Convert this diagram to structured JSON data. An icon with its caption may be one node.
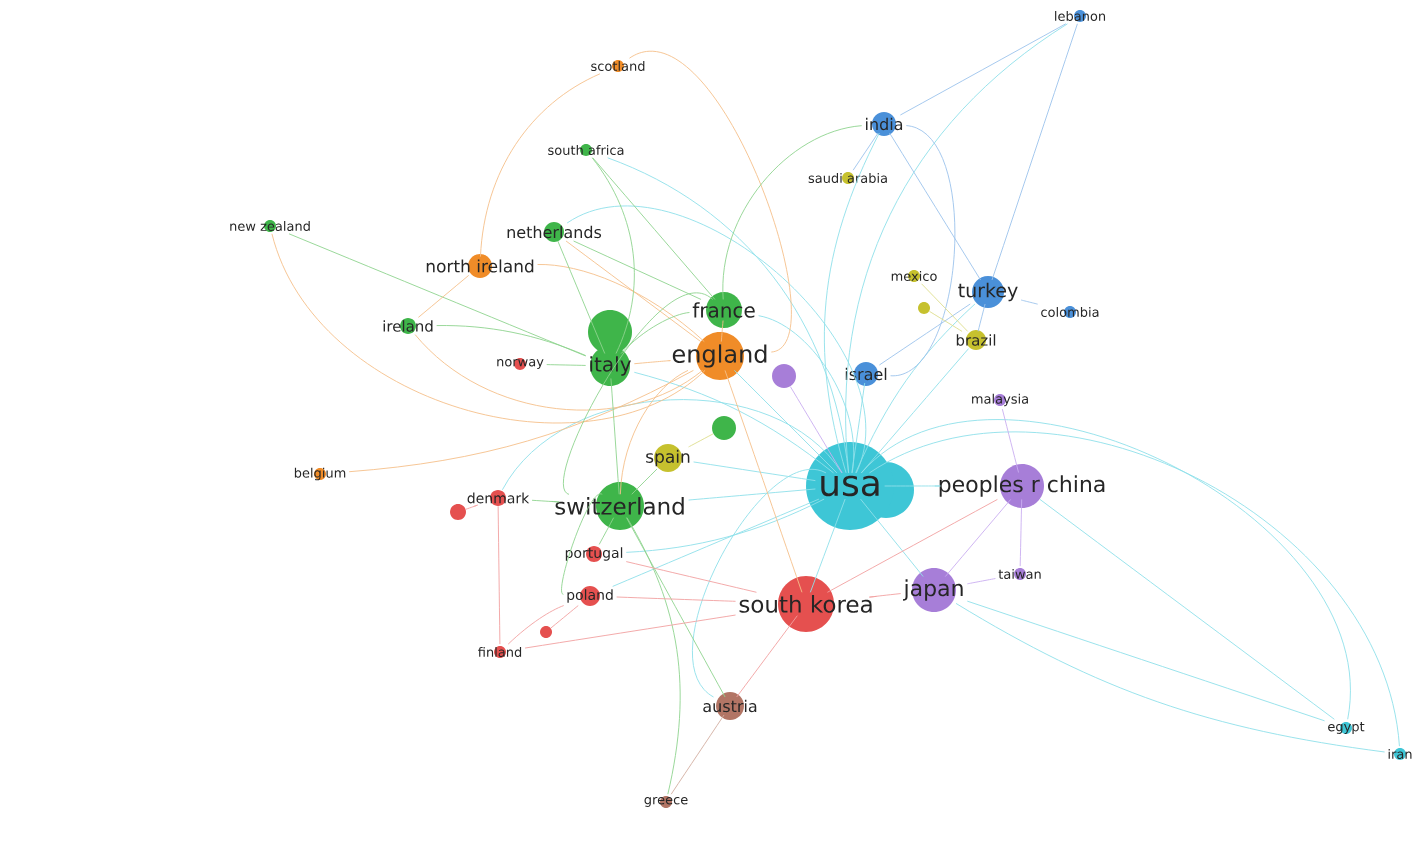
{
  "diagram": {
    "nodes": [
      {
        "text": [
          "lebanon"
        ]
      },
      {
        "text": [
          "scotland"
        ]
      },
      {
        "text": [
          "india"
        ]
      },
      {
        "text": [
          "south africa"
        ]
      },
      {
        "text": [
          "saudi arabia"
        ]
      },
      {
        "text": [
          "new zealand"
        ]
      },
      {
        "text": [
          "netherlands"
        ]
      },
      {
        "text": [
          "north ireland"
        ]
      },
      {
        "text": [
          "mexico"
        ]
      },
      {
        "text": [
          "turkey"
        ]
      },
      {
        "text": [],
        "shape": "circle"
      },
      {
        "text": [
          "colombia"
        ]
      },
      {
        "text": [
          "france"
        ]
      },
      {
        "text": [
          "ireland"
        ]
      },
      {
        "text": [
          "brazil"
        ]
      },
      {
        "text": [
          "england"
        ]
      },
      {
        "text": [
          "italy"
        ]
      },
      {
        "text": [
          "norway"
        ]
      },
      {
        "text": [
          "israel"
        ]
      },
      {
        "text": [],
        "shape": "circle"
      },
      {
        "text": [
          "malaysia"
        ]
      },
      {
        "text": [],
        "shape": "circle"
      },
      {
        "text": [
          "spain"
        ]
      },
      {
        "text": [
          "belgium"
        ]
      },
      {
        "text": [
          "usa"
        ]
      },
      {
        "text": [
          "peoples r china"
        ]
      },
      {
        "text": [
          "denmark"
        ]
      },
      {
        "text": [],
        "shape": "circle"
      },
      {
        "text": [
          "switzerland"
        ]
      },
      {
        "text": [
          "portugal"
        ]
      },
      {
        "text": [
          "taiwan"
        ]
      },
      {
        "text": [
          "japan"
        ]
      },
      {
        "text": [
          "poland"
        ]
      },
      {
        "text": [
          "south korea"
        ]
      },
      {
        "text": [],
        "shape": "circle"
      },
      {
        "text": [
          "finland"
        ]
      },
      {
        "text": [
          "austria"
        ]
      },
      {
        "text": [
          "greece"
        ]
      },
      {
        "text": [
          "egypt"
        ]
      },
      {
        "text": [
          "iran"
        ]
      }
    ],
    "edges": [
      {
        "from": 24,
        "to": 12,
        "arrow": "none",
        "color": "#8fe0ea"
      },
      {
        "from": 24,
        "to": 15,
        "arrow": "none",
        "color": "#8fe0ea"
      },
      {
        "from": 24,
        "to": 16,
        "arrow": "none",
        "color": "#8fe0ea"
      },
      {
        "from": 24,
        "to": 28,
        "arrow": "none",
        "color": "#8fe0ea"
      },
      {
        "from": 24,
        "to": 33,
        "arrow": "none",
        "color": "#8fe0ea"
      },
      {
        "from": 24,
        "to": 31,
        "arrow": "none",
        "color": "#8fe0ea"
      },
      {
        "from": 24,
        "to": 25,
        "arrow": "none",
        "color": "#8fe0ea"
      },
      {
        "from": 24,
        "to": 9,
        "arrow": "none",
        "color": "#8fe0ea"
      },
      {
        "from": 24,
        "to": 2,
        "arrow": "none",
        "color": "#8fe0ea"
      },
      {
        "from": 24,
        "to": 18,
        "arrow": "none",
        "color": "#8fe0ea"
      },
      {
        "from": 24,
        "to": 38,
        "arrow": "none",
        "color": "#8fe0ea"
      },
      {
        "from": 24,
        "to": 39,
        "arrow": "none",
        "color": "#8fe0ea"
      },
      {
        "from": 24,
        "to": 36,
        "arrow": "none",
        "color": "#8fe0ea"
      },
      {
        "from": 24,
        "to": 22,
        "arrow": "none",
        "color": "#8fe0ea"
      },
      {
        "from": 24,
        "to": 6,
        "arrow": "none",
        "color": "#8fe0ea"
      },
      {
        "from": 24,
        "to": 3,
        "arrow": "none",
        "color": "#8fe0ea"
      },
      {
        "from": 24,
        "to": 0,
        "arrow": "none",
        "color": "#8fe0ea"
      },
      {
        "from": 24,
        "to": 14,
        "arrow": "none",
        "color": "#8fe0ea"
      },
      {
        "from": 24,
        "to": 29,
        "arrow": "none",
        "color": "#8fe0ea"
      },
      {
        "from": 24,
        "to": 32,
        "arrow": "none",
        "color": "#8fe0ea"
      },
      {
        "from": 24,
        "to": 26,
        "arrow": "none",
        "color": "#8fe0ea"
      },
      {
        "from": 15,
        "to": 7,
        "arrow": "none",
        "color": "#f5c08a"
      },
      {
        "from": 15,
        "to": 1,
        "arrow": "none",
        "color": "#f5c08a"
      },
      {
        "from": 15,
        "to": 23,
        "arrow": "none",
        "color": "#f5c08a"
      },
      {
        "from": 15,
        "to": 12,
        "arrow": "none",
        "color": "#f5c08a"
      },
      {
        "from": 15,
        "to": 16,
        "arrow": "none",
        "color": "#f5c08a"
      },
      {
        "from": 15,
        "to": 28,
        "arrow": "none",
        "color": "#f5c08a"
      },
      {
        "from": 15,
        "to": 33,
        "arrow": "none",
        "color": "#f5c08a"
      },
      {
        "from": 15,
        "to": 13,
        "arrow": "none",
        "color": "#f5c08a"
      },
      {
        "from": 15,
        "to": 5,
        "arrow": "none",
        "color": "#f5c08a"
      },
      {
        "from": 15,
        "to": 6,
        "arrow": "none",
        "color": "#f5c08a"
      },
      {
        "from": 28,
        "to": 12,
        "arrow": "none",
        "color": "#8fd48f"
      },
      {
        "from": 28,
        "to": 16,
        "arrow": "none",
        "color": "#8fd48f"
      },
      {
        "from": 28,
        "to": 26,
        "arrow": "none",
        "color": "#8fd48f"
      },
      {
        "from": 28,
        "to": 29,
        "arrow": "none",
        "color": "#8fd48f"
      },
      {
        "from": 28,
        "to": 32,
        "arrow": "none",
        "color": "#8fd48f"
      },
      {
        "from": 28,
        "to": 36,
        "arrow": "none",
        "color": "#8fd48f"
      },
      {
        "from": 28,
        "to": 37,
        "arrow": "none",
        "color": "#8fd48f"
      },
      {
        "from": 28,
        "to": 22,
        "arrow": "none",
        "color": "#8fd48f"
      },
      {
        "from": 16,
        "to": 12,
        "arrow": "none",
        "color": "#8fd48f"
      },
      {
        "from": 16,
        "to": 6,
        "arrow": "none",
        "color": "#8fd48f"
      },
      {
        "from": 16,
        "to": 13,
        "arrow": "none",
        "color": "#8fd48f"
      },
      {
        "from": 16,
        "to": 5,
        "arrow": "none",
        "color": "#8fd48f"
      },
      {
        "from": 16,
        "to": 3,
        "arrow": "none",
        "color": "#8fd48f"
      },
      {
        "from": 16,
        "to": 17,
        "arrow": "none",
        "color": "#8fd48f"
      },
      {
        "from": 12,
        "to": 6,
        "arrow": "none",
        "color": "#8fd48f"
      },
      {
        "from": 12,
        "to": 3,
        "arrow": "none",
        "color": "#8fd48f"
      },
      {
        "from": 12,
        "to": 2,
        "arrow": "none",
        "color": "#8fd48f"
      },
      {
        "from": 33,
        "to": 31,
        "arrow": "none",
        "color": "#f2a0a0"
      },
      {
        "from": 33,
        "to": 25,
        "arrow": "none",
        "color": "#f2a0a0"
      },
      {
        "from": 33,
        "to": 29,
        "arrow": "none",
        "color": "#f2a0a0"
      },
      {
        "from": 33,
        "to": 32,
        "arrow": "none",
        "color": "#f2a0a0"
      },
      {
        "from": 33,
        "to": 35,
        "arrow": "none",
        "color": "#f2a0a0"
      },
      {
        "from": 33,
        "to": 36,
        "arrow": "none",
        "color": "#f2a0a0"
      },
      {
        "from": 31,
        "to": 25,
        "arrow": "none",
        "color": "#c9aef0"
      },
      {
        "from": 31,
        "to": 30,
        "arrow": "none",
        "color": "#c9aef0"
      },
      {
        "from": 31,
        "to": 38,
        "arrow": "none",
        "color": "#8fe0ea"
      },
      {
        "from": 31,
        "to": 39,
        "arrow": "none",
        "color": "#8fe0ea"
      },
      {
        "from": 25,
        "to": 20,
        "arrow": "none",
        "color": "#c9aef0"
      },
      {
        "from": 25,
        "to": 30,
        "arrow": "none",
        "color": "#c9aef0"
      },
      {
        "from": 25,
        "to": 38,
        "arrow": "none",
        "color": "#8fe0ea"
      },
      {
        "from": 2,
        "to": 0,
        "arrow": "none",
        "color": "#9cc3ec"
      },
      {
        "from": 2,
        "to": 4,
        "arrow": "none",
        "color": "#9cc3ec"
      },
      {
        "from": 2,
        "to": 9,
        "arrow": "none",
        "color": "#9cc3ec"
      },
      {
        "from": 2,
        "to": 18,
        "arrow": "none",
        "color": "#9cc3ec"
      },
      {
        "from": 9,
        "to": 11,
        "arrow": "none",
        "color": "#9cc3ec"
      },
      {
        "from": 9,
        "to": 14,
        "arrow": "none",
        "color": "#9cc3ec"
      },
      {
        "from": 9,
        "to": 18,
        "arrow": "none",
        "color": "#9cc3ec"
      },
      {
        "from": 9,
        "to": 0,
        "arrow": "none",
        "color": "#9cc3ec"
      },
      {
        "from": 36,
        "to": 37,
        "arrow": "none",
        "color": "#d3aea0"
      },
      {
        "from": 26,
        "to": 27,
        "arrow": "none",
        "color": "#f2a0a0"
      },
      {
        "from": 26,
        "to": 35,
        "arrow": "none",
        "color": "#f2a0a0"
      },
      {
        "from": 32,
        "to": 34,
        "arrow": "none",
        "color": "#f2a0a0"
      },
      {
        "from": 32,
        "to": 35,
        "arrow": "none",
        "color": "#f2a0a0"
      },
      {
        "from": 7,
        "to": 13,
        "arrow": "none",
        "color": "#f5c08a"
      },
      {
        "from": 7,
        "to": 1,
        "arrow": "none",
        "color": "#f5c08a"
      },
      {
        "from": 14,
        "to": 8,
        "arrow": "none",
        "color": "#dede8c"
      },
      {
        "from": 14,
        "to": 10,
        "arrow": "none",
        "color": "#dede8c"
      },
      {
        "from": 22,
        "to": 21,
        "arrow": "none",
        "color": "#dede8c"
      },
      {
        "from": 19,
        "to": 24,
        "arrow": "none",
        "color": "#c9aef0"
      }
    ]
  }
}
